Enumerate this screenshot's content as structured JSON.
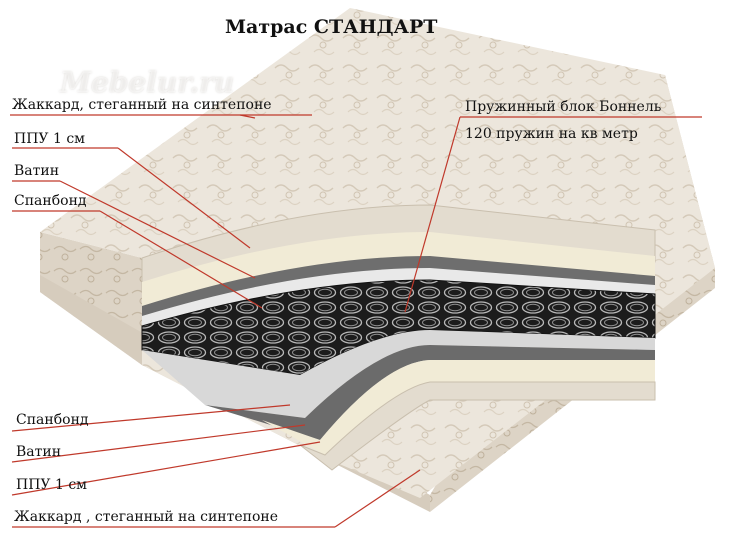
{
  "title": "Матрас СТАНДАРТ",
  "watermark": "Mebelur.ru",
  "labels_top": {
    "jacquard": "Жаккард, стеганный на синтепоне",
    "ppu": "ППУ 1 см",
    "vatin": "Ватин",
    "spanbond": "Спанбонд"
  },
  "spring_block": {
    "line1": "Пружинный блок Боннель",
    "line2": "120 пружин на кв метр"
  },
  "labels_bottom": {
    "spanbond": "Спанбонд",
    "vatin": "Ватин",
    "ppu": "ППУ 1 см",
    "jacquard": "Жаккард ,  стеганный на синтепоне"
  },
  "colors": {
    "leader_line": "#c0392b",
    "fabric": "#ece6dc",
    "fabric_pattern": "#d4c9b8",
    "foam": "#f1ebd6",
    "vatin": "#6e6e6e",
    "spanbond": "#e9e9e9",
    "spring_bg": "#1c1c1c"
  }
}
